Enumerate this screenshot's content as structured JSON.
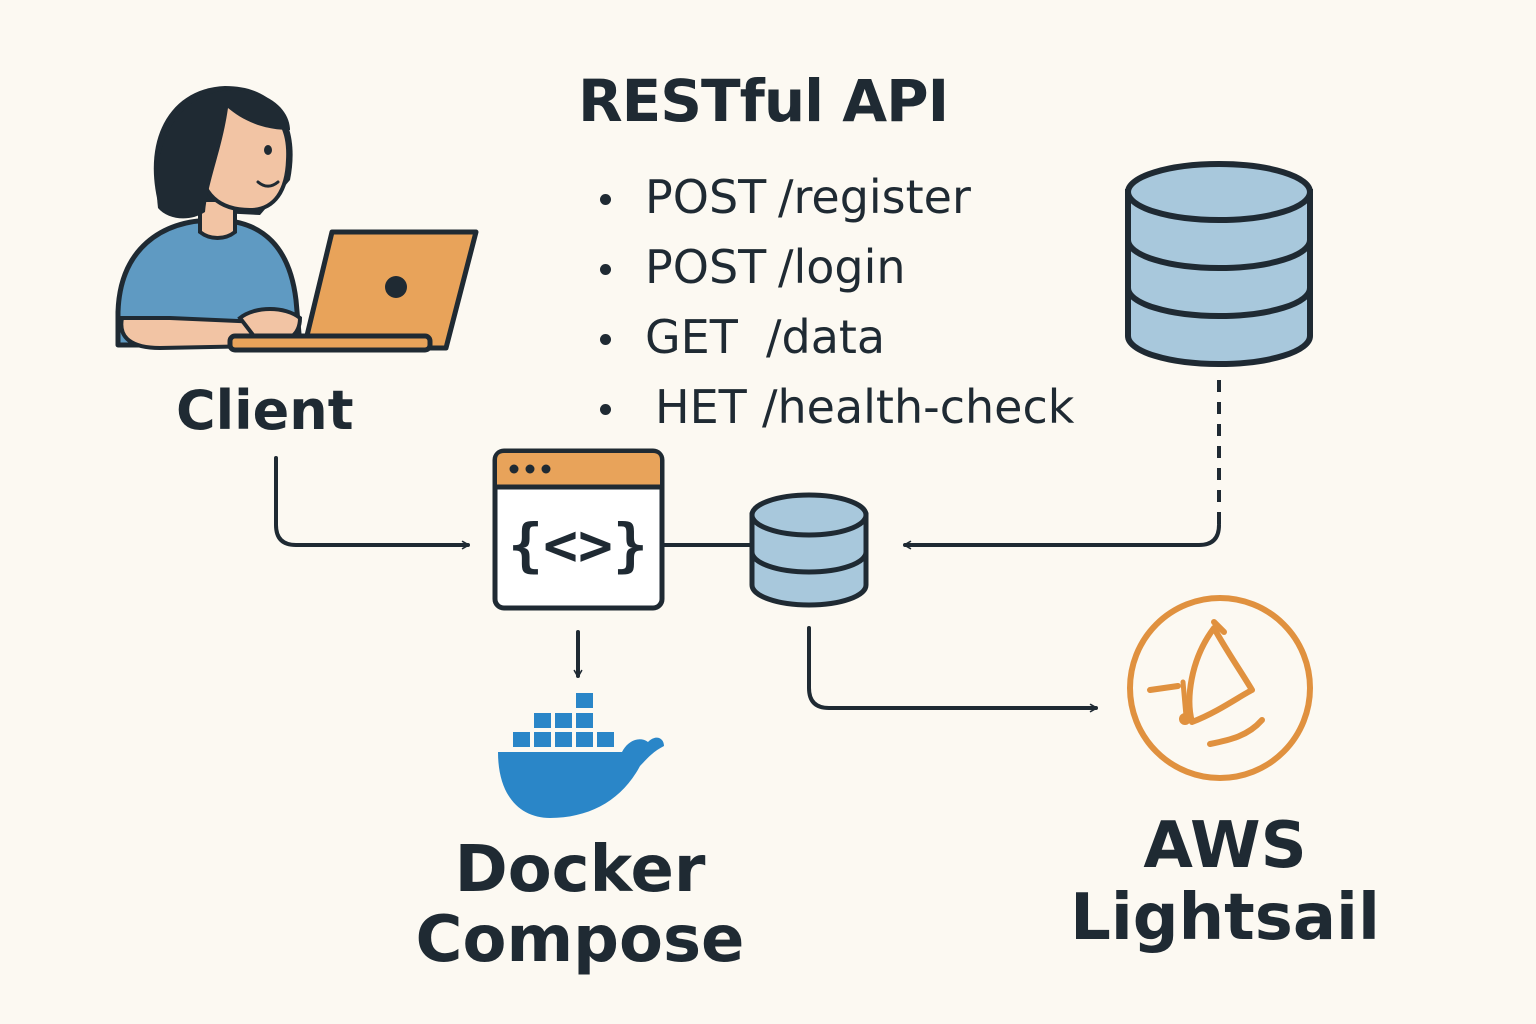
{
  "api": {
    "title": "RESTful API",
    "endpoints": [
      {
        "method": "POST",
        "path": "/register"
      },
      {
        "method": "POST",
        "path": "/login"
      },
      {
        "method": "GET",
        "path": "/data"
      },
      {
        "method": "HET",
        "path": "/health-check"
      }
    ]
  },
  "nodes": {
    "client_label": "Client",
    "docker_label_line1": "Docker",
    "docker_label_line2": "Compose",
    "aws_label_line1": "AWS",
    "aws_label_line2": "Lightsail",
    "code_glyph": "{<>}"
  },
  "icons": {
    "client": "person-with-laptop-icon",
    "api_server": "code-window-icon",
    "cache_db": "database-icon",
    "main_db": "database-icon",
    "docker": "docker-whale-icon",
    "aws": "lightsail-sailboat-icon"
  },
  "colors": {
    "background": "#fcf9f2",
    "ink": "#1f2a33",
    "accent_orange": "#e8a35a",
    "db_blue": "#a8c8dc",
    "docker_blue": "#2a86c8",
    "aws_orange": "#e0913f",
    "shirt_blue": "#5f9ac2",
    "skin": "#f2c4a4"
  }
}
